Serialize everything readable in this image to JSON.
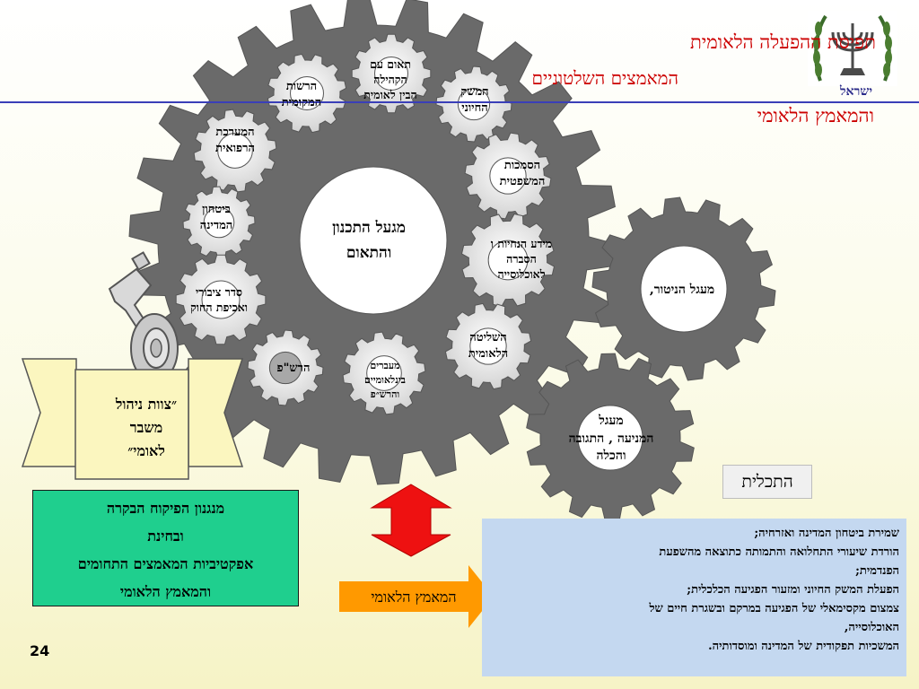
{
  "title": {
    "line1": "תפיסת ההפעלה הלאומית",
    "line2": "המאמצים השלטוניים",
    "line3": "והמאמץ הלאומי"
  },
  "logo": {
    "text": "ישראל"
  },
  "gears": {
    "center_label": "מגעל התכנון\nוהתאום",
    "small": [
      {
        "id": "coord-intl",
        "label": "תאום עם\nהקהילה\nהבין לאומית"
      },
      {
        "id": "local-auth",
        "label": "הרשות\nהמקומית"
      },
      {
        "id": "vital-economy",
        "label": "המשק\nהחיוני"
      },
      {
        "id": "medical-system",
        "label": "המערכת\nהרפואית"
      },
      {
        "id": "legal-authority",
        "label": "הסמכות\nהמשפטית"
      },
      {
        "id": "state-security",
        "label": "ביטחון\nהמדינה"
      },
      {
        "id": "info-guidance",
        "label": "מידע הנחיות ו\nהסברה\nלאוכלוסייה"
      },
      {
        "id": "public-order",
        "label": "סדר ציבורי\nואכיפת החוק"
      },
      {
        "id": "national-control",
        "label": "השליטה\nהלאומית"
      },
      {
        "id": "rashap",
        "label": "הרש\"פ"
      },
      {
        "id": "intl-crossings",
        "label": "מעברים\nבינלאומיים\nוהרש״פ"
      }
    ],
    "monitoring_label": "מעגל הניטור,",
    "prevention_label": "מעגל\nהמניעה , התגובה\nוהכלה"
  },
  "scroll": {
    "label": "״צוות ניהול\nמשבר\nלאומי״"
  },
  "green_box": {
    "line1": "מנגנון הפיקוח הבקרה",
    "line2": "ובחינת",
    "line3": "אפקטיביות המאמצים התחומים",
    "line4": "והמאמץ הלאומי"
  },
  "arrow_label": "המאמץ הלאומי",
  "goal_label": "התכלית",
  "goals": {
    "line1": "שמירת ביטחון המדינה ואזרחיה;",
    "line2": "הורדת שיעורי התחלואה והתמותה כתוצאה מהשפעת",
    "line3": "הפנדמית;",
    "line4": "הפעלת המשק החיוני ומזעור הפגיעה הכלכלית;",
    "line5": "צמצום מקסימאלי של הפגיעה במרקם ובשגרת חיים של",
    "line6": "האוכלוסייה,",
    "line7": "המשכיות תפקודית של המדינה ומוסדותיה."
  },
  "slide_number": "24",
  "colors": {
    "gear_dark": "#6a6a6a",
    "gear_light": "#e6e6e6",
    "title_red": "#cc0000",
    "rule_blue": "#3a3fb8",
    "green_box": "#1fcf8e",
    "blue_box": "#c4d8f0",
    "arrow_red": "#ee1111",
    "arrow_orange": "#ff9900",
    "scroll_fill": "#fbf6bf"
  }
}
